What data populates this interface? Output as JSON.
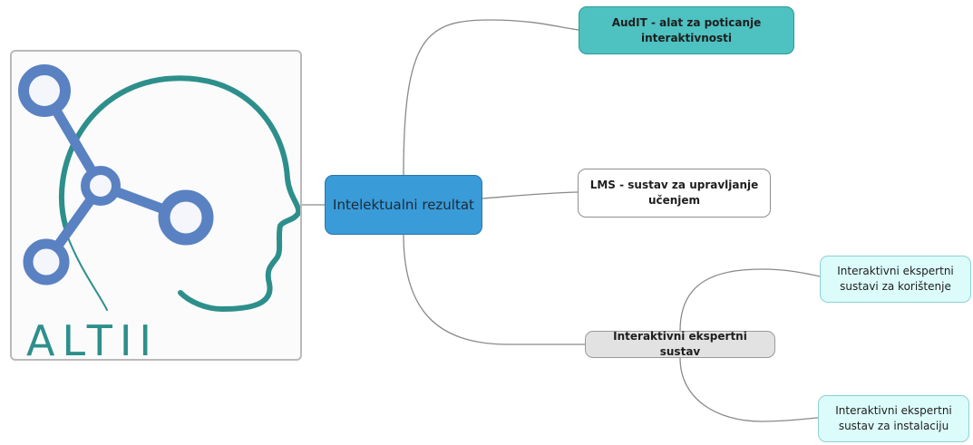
{
  "logo": {
    "text": "ALTII",
    "colors": {
      "blue": "#5a82c2",
      "teal": "#2d8f8b"
    }
  },
  "mindmap": {
    "root": {
      "label": "Intelektualni rezultat",
      "color": "#3a9bd9"
    },
    "children": [
      {
        "id": "audit",
        "label": "AudIT - alat za poticanje interaktivnosti",
        "color": "#4ec1c1"
      },
      {
        "id": "lms",
        "label": "LMS - sustav za upravljanje učenjem",
        "color": "#ffffff"
      },
      {
        "id": "ies",
        "label": "Interaktivni ekspertni sustav",
        "color": "#e2e2e2",
        "children": [
          {
            "id": "ies-use",
            "label": "Interaktivni ekspertni sustavi za korištenje",
            "color": "#dcfbfb"
          },
          {
            "id": "ies-inst",
            "label": "Interaktivni ekspertni sustav za instalaciju",
            "color": "#dcfbfb"
          }
        ]
      }
    ],
    "connector_color": "#8a8a8a"
  }
}
